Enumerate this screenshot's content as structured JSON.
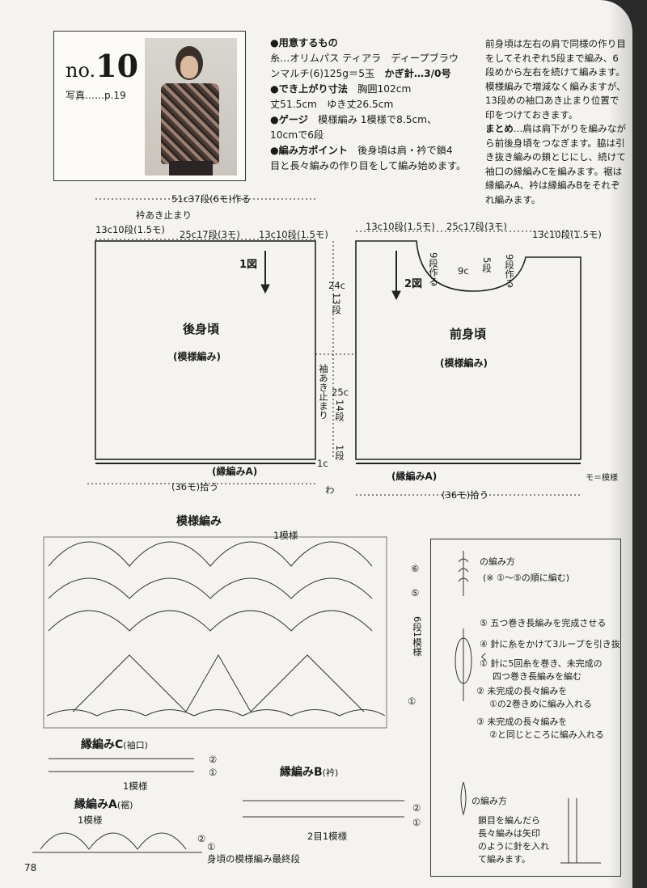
{
  "header": {
    "no_prefix": "no.",
    "no_number": "10",
    "photo_ref": "写真……p.19"
  },
  "info": {
    "materials_h": "●用意するもの",
    "yarn": "糸…オリムパス ティアラ　ディープブラウ",
    "yarn2": "ンマルチ(6)125g＝5玉",
    "hook": "かぎ針…3/0号",
    "size_h": "●でき上がり寸法",
    "size": "胸囲102cm",
    "size2": "丈51.5cm　ゆき丈26.5cm",
    "gauge_h": "●ゲージ",
    "gauge": "模様編み 1模様で8.5cm、",
    "gauge2": "10cmで6段",
    "point_h": "●編み方ポイント",
    "point": "後身頃は肩・衿で鎖4",
    "point2": "目と長々編みの作り目をして編み始めます。"
  },
  "steps": {
    "p1": "前身頃は左右の肩で同様の作り目をしてそれぞれ5段まで編み、6段めから左右を続けて編みます。模様編みで増減なく編みますが、13段めの袖口あき止まり位置で印をつけておきます。",
    "p2_h": "まとめ",
    "p2": "…肩は肩下がりを編みながら前後身頃をつなぎます。脇は引き抜き編みの鎖とじにし、続けて袖口の縁編みCを編みます。裾は縁編みA、衿は縁編みBをそれぞれ編みます。"
  },
  "back": {
    "top_total": "51c",
    "top_total_frac": "37段",
    "top_total_suffix": "(6モ)作る",
    "collar_stop": "衿あき止まり",
    "shoulder_l": "13c",
    "shoulder_l_rows": "10段",
    "shoulder_l_mo": "(1.5モ)",
    "neck_w": "25c",
    "neck_rows": "17段",
    "neck_mo": "(3モ)",
    "shoulder_r": "13c",
    "shoulder_r_rows": "10段",
    "shoulder_r_mo": "(1.5モ)",
    "fig": "1図",
    "title": "後身頃",
    "pattern": "(模様編み)",
    "hem": "(縁編みA)",
    "pickup": "(36モ)拾う"
  },
  "middle": {
    "h1": "24c",
    "h1_rows": "13段",
    "armhole_stop": "袖あき止まり",
    "h2": "25c",
    "h2_rows": "14段",
    "h3": "1c",
    "h3_rows": "1段",
    "bottom": "わ"
  },
  "front": {
    "shoulder_l": "13c",
    "shoulder_l_rows": "10段",
    "shoulder_l_mo": "(1.5モ)",
    "neck_w": "25c",
    "neck_rows": "17段",
    "neck_mo": "(3モ)",
    "shoulder_r": "13c",
    "shoulder_r_rows": "10段",
    "shoulder_r_mo": "(1.5モ)",
    "fig": "2図",
    "neck_side_l": "9段作る",
    "neck_depth": "9c",
    "neck_depth_rows": "5段",
    "neck_side_r": "9段作る",
    "title": "前身頃",
    "pattern": "(模様編み)",
    "hem": "(縁編みA)",
    "pickup": "(36モ)拾う",
    "legend": "モ＝模様"
  },
  "pattern_section": {
    "title": "模様編み",
    "repeat": "1模様",
    "rows_label": "6段1模様",
    "row_marks": [
      "⑥",
      "⑤",
      "①"
    ]
  },
  "edge_c": {
    "title": "縁編みC",
    "sub": "(袖口)",
    "repeat": "1模様",
    "rows": [
      "②",
      "①"
    ]
  },
  "edge_b": {
    "title": "縁編みB",
    "sub": "(衿)",
    "repeat": "2目1模様",
    "rows": [
      "②",
      "①"
    ]
  },
  "edge_a": {
    "title": "縁編みA",
    "sub": "(裾)",
    "repeat": "1模様",
    "rows": [
      "②",
      "①"
    ],
    "note": "身頃の模様編み最終段"
  },
  "legend": {
    "h1": "の編み方",
    "h1_note": "(※ ①～⑤の順に編む)",
    "s5": "⑤ 五つ巻き長編みを完成させる",
    "s4": "④ 針に糸をかけて3ループを引き抜く",
    "s1a": "① 針に5回糸を巻き、未完成の",
    "s1b": "四つ巻き長編みを編む",
    "s2a": "② 未完成の長々編みを",
    "s2b": "①の2巻きめに編み入れる",
    "s3a": "③ 未完成の長々編みを",
    "s3b": "②と同じところに編み入れる",
    "h2": "の編み方",
    "h2_a": "鎖目を編んだら",
    "h2_b": "長々編みは矢印",
    "h2_c": "のように針を入れ",
    "h2_d": "て編みます。"
  },
  "page_number": "78"
}
